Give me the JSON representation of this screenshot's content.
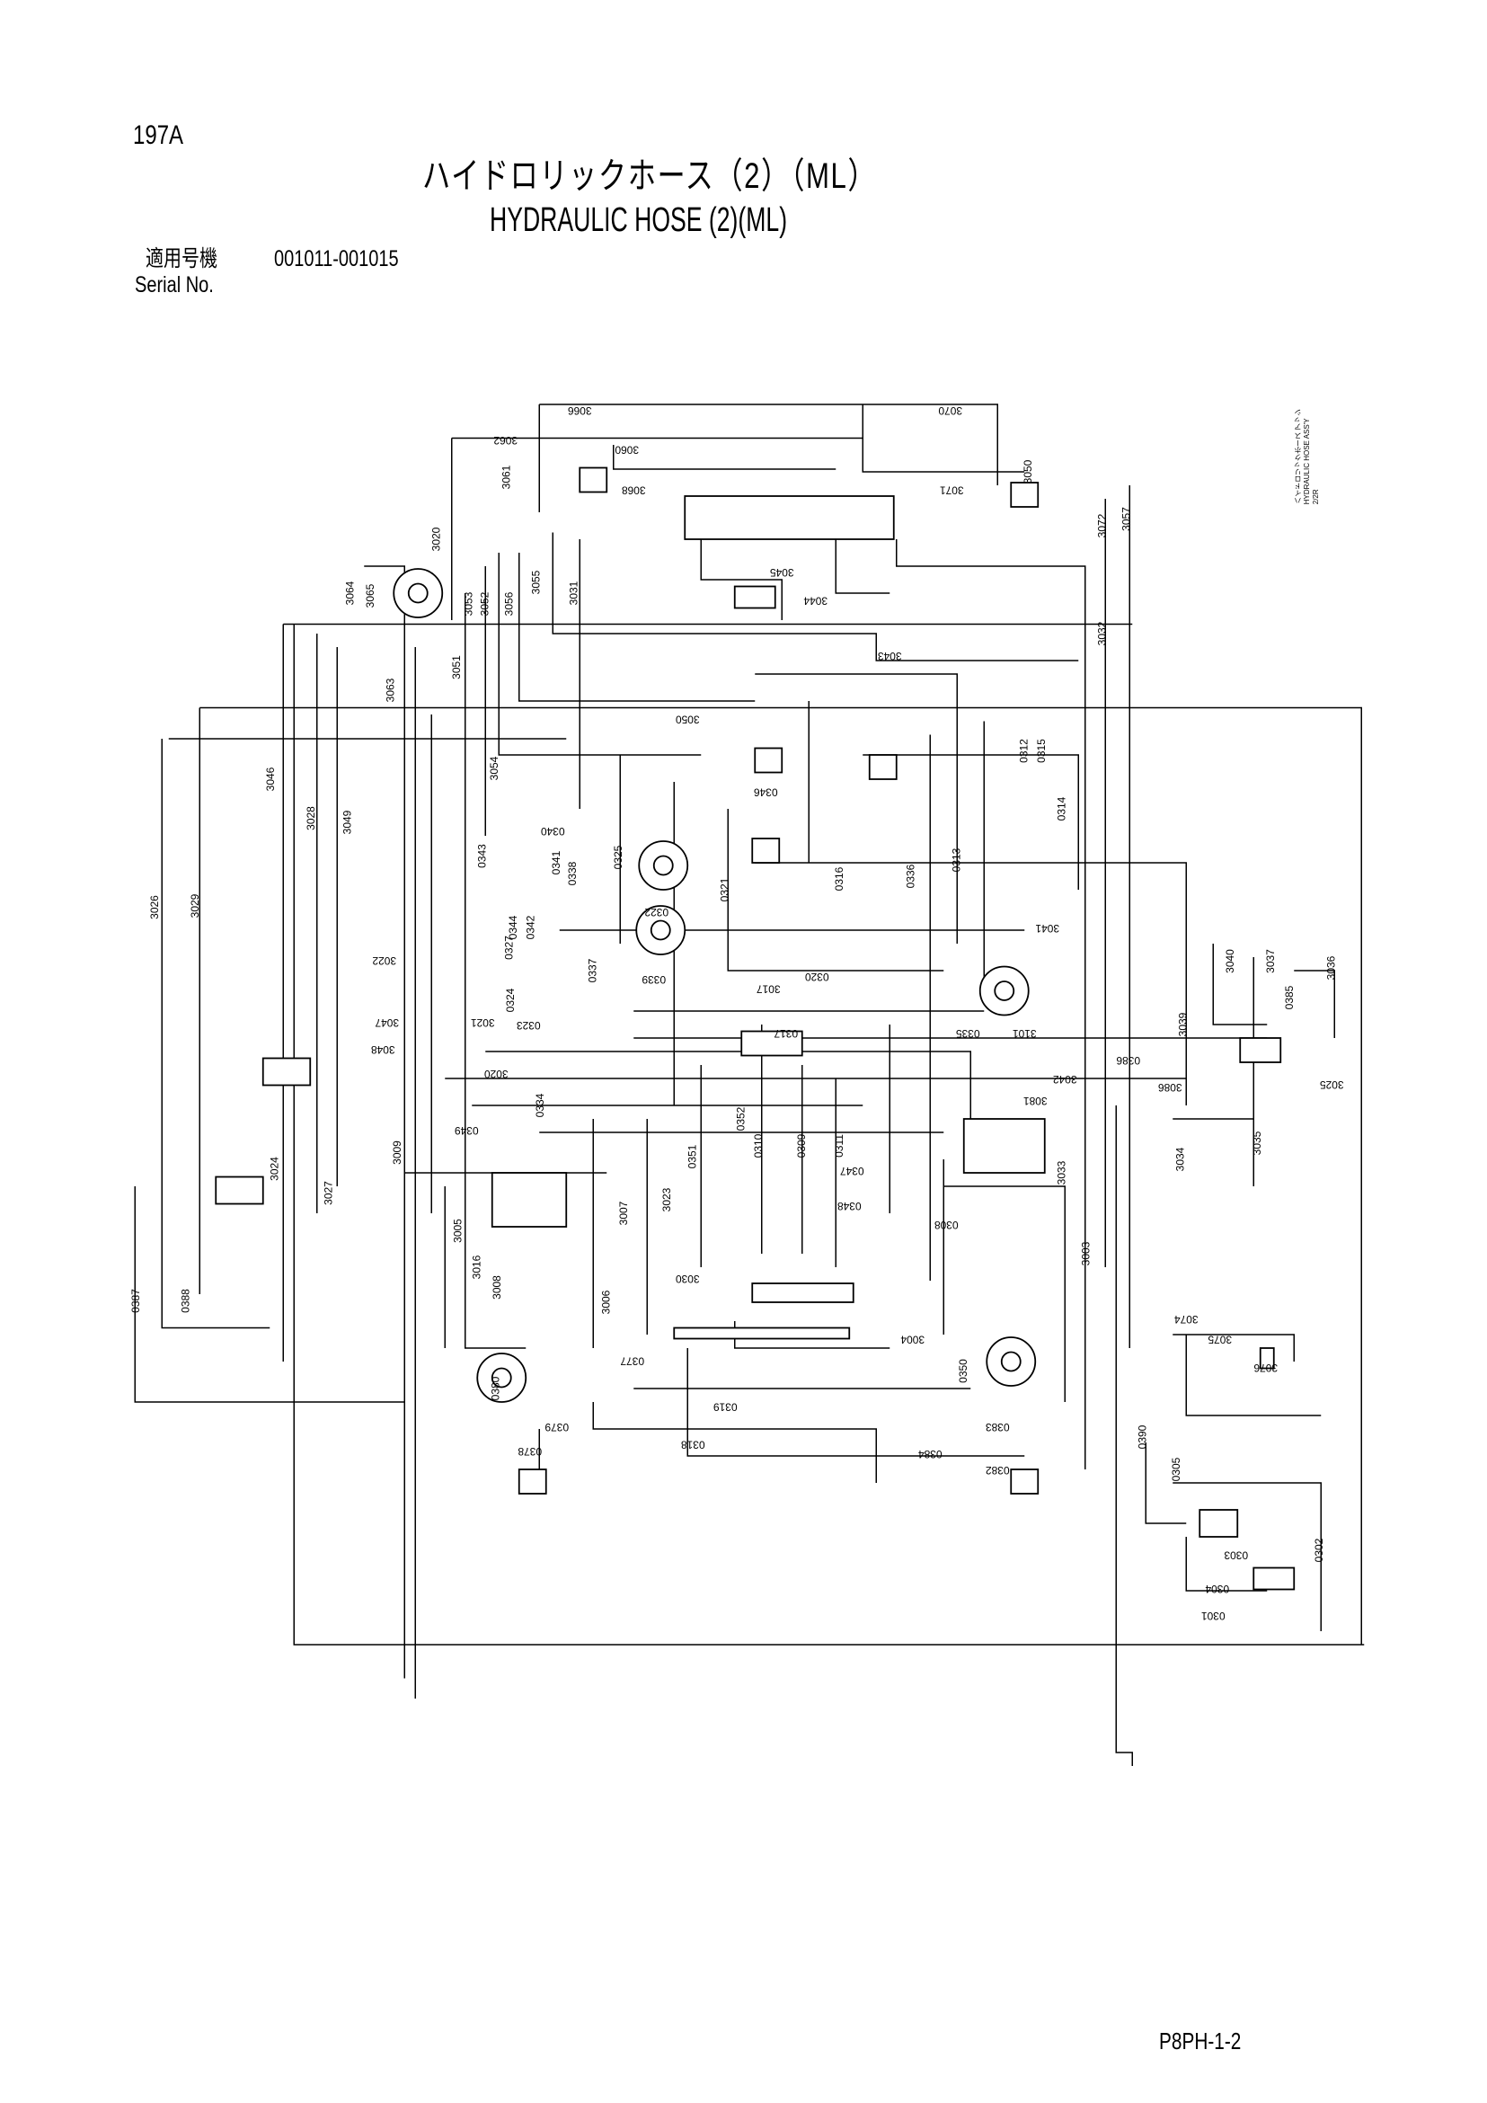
{
  "header": {
    "page_id": "197A",
    "title_jp": "ハイドロリックホース（2）（ML）",
    "title_en": "HYDRAULIC HOSE (2)(ML)",
    "serial_label_jp": "適用号機",
    "serial_range": "001011-001015",
    "serial_label_en": "Serial No."
  },
  "side_note": {
    "line1": "ハイドロリックホース アッシ",
    "line2": "HYDRAULIC HOSE ASS'Y",
    "line3": "2/2R"
  },
  "footer": {
    "doc_code": "P8PH-1-2"
  },
  "diagram": {
    "part_labels": [
      "3066",
      "3070",
      "3062",
      "3060",
      "3061",
      "3068",
      "3071",
      "3050",
      "3020",
      "3072",
      "3057",
      "3045",
      "3044",
      "3064",
      "3065",
      "3053",
      "3052",
      "3056",
      "3055",
      "3031",
      "3032",
      "3051",
      "3043",
      "3063",
      "3050",
      "0312",
      "0315",
      "3046",
      "3054",
      "0346",
      "0314",
      "3028",
      "3049",
      "0340",
      "0343",
      "0338",
      "0341",
      "0325",
      "0313",
      "0316",
      "0336",
      "3026",
      "3029",
      "0321",
      "0322",
      "0344",
      "0342",
      "3041",
      "3040",
      "3037",
      "3036",
      "3022",
      "0327",
      "0337",
      "0339",
      "0320",
      "3017",
      "0324",
      "0385",
      "3047",
      "3021",
      "0323",
      "0317",
      "0335",
      "3101",
      "3039",
      "3048",
      "0386",
      "3020",
      "3042",
      "3086",
      "3025",
      "0334",
      "3081",
      "0352",
      "0349",
      "0310",
      "0309",
      "0311",
      "3035",
      "0351",
      "0347",
      "3034",
      "3024",
      "3009",
      "3033",
      "3027",
      "0348",
      "3023",
      "3007",
      "3005",
      "3016",
      "0308",
      "3003",
      "3008",
      "3006",
      "0387",
      "0388",
      "3030",
      "3074",
      "3075",
      "3004",
      "0377",
      "0350",
      "3076",
      "0319",
      "0380",
      "0379",
      "0318",
      "0383",
      "0378",
      "0384",
      "0382",
      "0390",
      "0305",
      "0303",
      "0302",
      "0304",
      "0301"
    ]
  }
}
